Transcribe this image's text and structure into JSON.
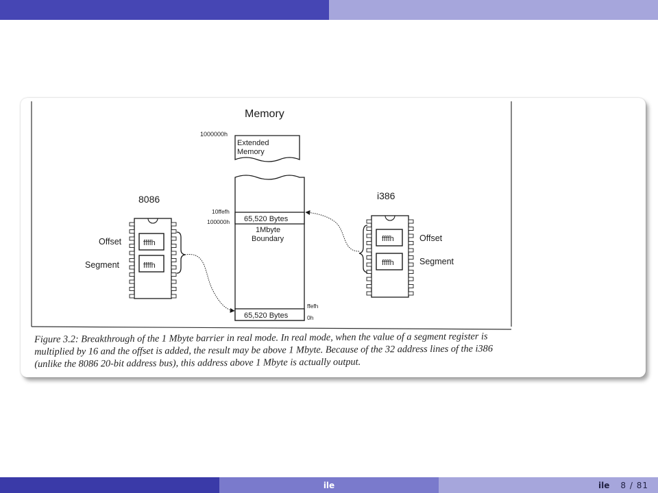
{
  "header": {
    "left_color": "#4646b4",
    "right_color": "#a6a6dc"
  },
  "diagram": {
    "title": "Memory",
    "addresses": {
      "top": "1000000h",
      "a10ffefh": "10ffefh",
      "a100000h": "100000h",
      "affefh": "ffefh",
      "a0h": "0h"
    },
    "extended_line1": "Extended",
    "extended_line2": "Memory",
    "upper_block": "65,520 Bytes",
    "boundary_line1": "1Mbyte",
    "boundary_line2": "Boundary",
    "lower_block": "65,520 Bytes",
    "cpu_left": {
      "name": "8086",
      "offset_label": "Offset",
      "segment_label": "Segment",
      "offset_value": "ffffh",
      "segment_value": "ffffh"
    },
    "cpu_right": {
      "name": "i386",
      "offset_label": "Offset",
      "segment_label": "Segment",
      "offset_value": "ffffh",
      "segment_value": "ffffh"
    }
  },
  "caption": {
    "line1": "Figure 3.2: Breakthrough of the 1 Mbyte barrier in real mode. In real mode, when the value of a segment register is",
    "line2": "multiplied by 16 and the offset is added, the result may be above 1 Mbyte. Because of the 32 address lines of the i386",
    "line3": "(unlike the 8086 20-bit address bus), this address above 1 Mbyte is actually output."
  },
  "footer": {
    "center": "ile",
    "right_title": "ile",
    "page": "8 / 81"
  }
}
